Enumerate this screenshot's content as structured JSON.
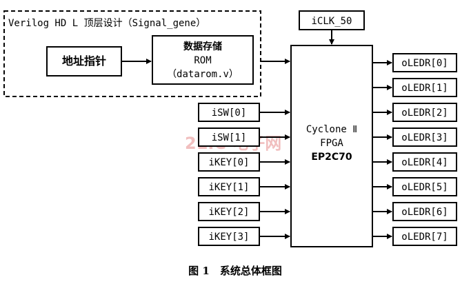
{
  "verilog_group": {
    "title": "Verilog HD L 顶层设计（Signal_gene）"
  },
  "blocks": {
    "address_pointer": "地址指针",
    "rom_line1": "数据存储",
    "rom_line2": "ROM",
    "rom_line3": "（datarom.v）",
    "clock": "iCLK_50",
    "fpga_line1": "Cyclone Ⅱ",
    "fpga_line2": "FPGA",
    "fpga_line3": "EP2C70"
  },
  "inputs": [
    "iSW[0]",
    "iSW[1]",
    "iKEY[0]",
    "iKEY[1]",
    "iKEY[2]",
    "iKEY[3]"
  ],
  "outputs": [
    "oLEDR[0]",
    "oLEDR[1]",
    "oLEDR[2]",
    "oLEDR[3]",
    "oLEDR[4]",
    "oLEDR[5]",
    "oLEDR[6]",
    "oLEDR[7]"
  ],
  "caption": "图 1　系统总体框图",
  "watermark": "21IC 电子网"
}
